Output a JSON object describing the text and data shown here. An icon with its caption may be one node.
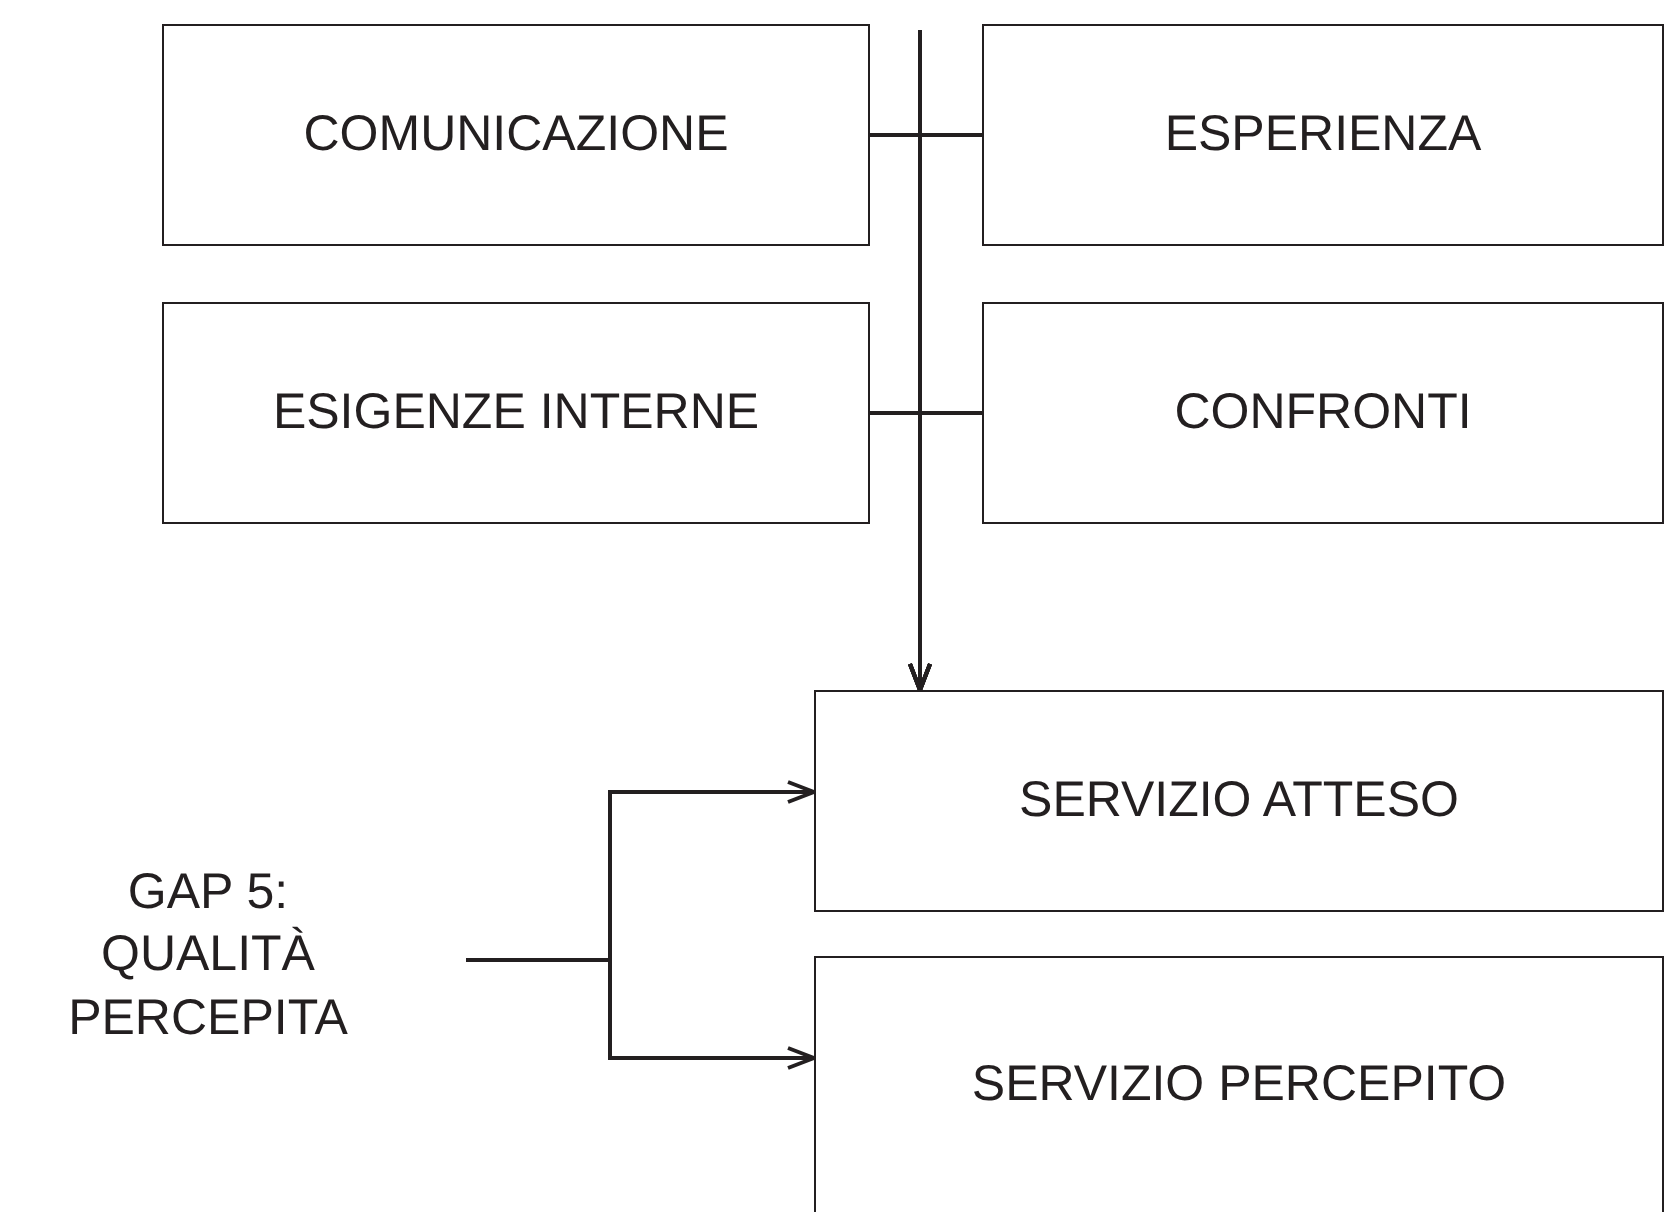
{
  "diagram": {
    "nodes": [
      {
        "text": [
          "COMUNICAZIONE"
        ]
      },
      {
        "text": [
          "ESPERIENZA"
        ]
      },
      {
        "text": [
          "ESIGENZE INTERNE"
        ]
      },
      {
        "text": [
          "CONFRONTI"
        ]
      },
      {
        "text": [
          "SERVIZIO ATTESO"
        ]
      },
      {
        "text": [
          "GAP 5: QUALITÀ PERCEPITA"
        ]
      },
      {
        "text": [
          "SERVIZIO PERCEPITO"
        ]
      }
    ],
    "edges": [
      {
        "from": null,
        "to": 4,
        "arrow": "to"
      },
      {
        "from": 0,
        "to": 4,
        "arrow": "to"
      },
      {
        "from": 1,
        "to": 4,
        "arrow": "to"
      },
      {
        "from": 2,
        "to": 4,
        "arrow": "to"
      },
      {
        "from": 3,
        "to": 4,
        "arrow": "to"
      },
      {
        "from": 5,
        "to": 4,
        "arrow": "to"
      },
      {
        "from": 5,
        "to": 6,
        "arrow": "to"
      }
    ]
  }
}
